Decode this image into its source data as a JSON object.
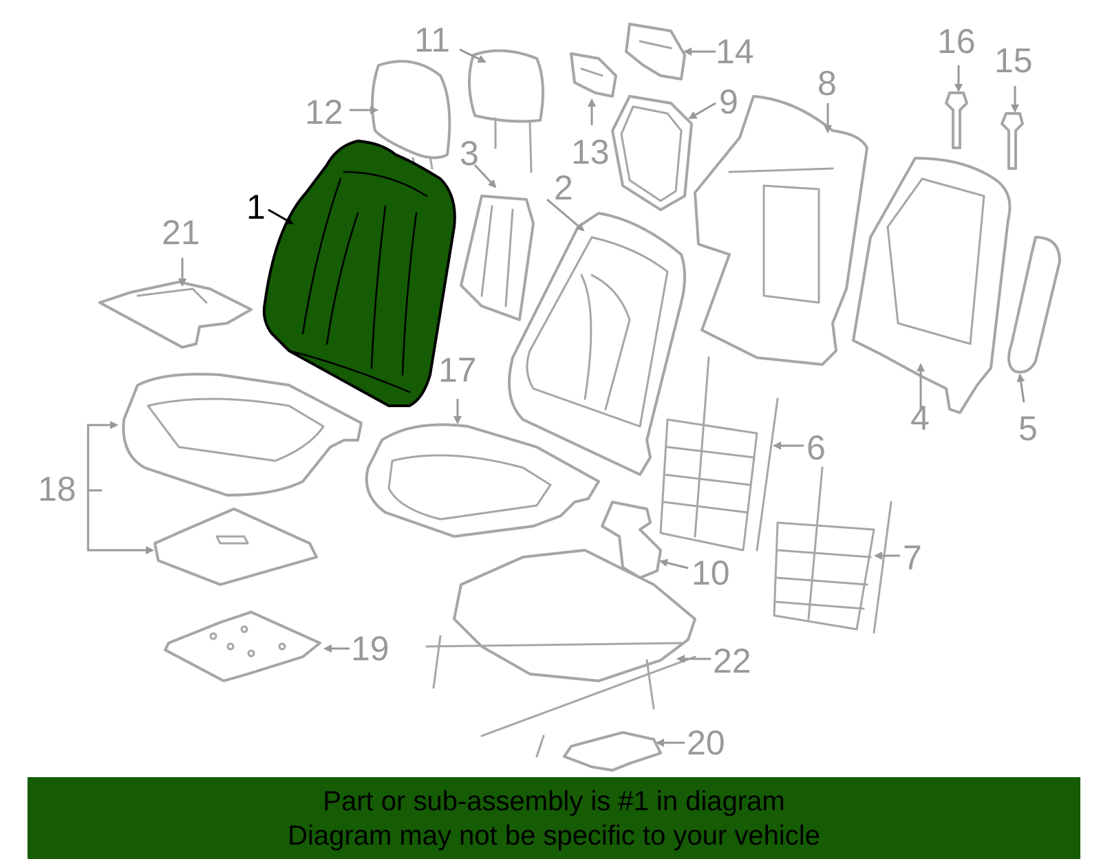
{
  "diagram": {
    "highlight_color": "#155c05",
    "selected_part": "1",
    "callouts": [
      {
        "id": "c1",
        "label": "1"
      },
      {
        "id": "c2",
        "label": "2"
      },
      {
        "id": "c3",
        "label": "3"
      },
      {
        "id": "c4",
        "label": "4"
      },
      {
        "id": "c5",
        "label": "5"
      },
      {
        "id": "c6",
        "label": "6"
      },
      {
        "id": "c7",
        "label": "7"
      },
      {
        "id": "c8",
        "label": "8"
      },
      {
        "id": "c9",
        "label": "9"
      },
      {
        "id": "c10",
        "label": "10"
      },
      {
        "id": "c11",
        "label": "11"
      },
      {
        "id": "c12",
        "label": "12"
      },
      {
        "id": "c13",
        "label": "13"
      },
      {
        "id": "c14",
        "label": "14"
      },
      {
        "id": "c15",
        "label": "15"
      },
      {
        "id": "c16",
        "label": "16"
      },
      {
        "id": "c17",
        "label": "17"
      },
      {
        "id": "c18",
        "label": "18"
      },
      {
        "id": "c19",
        "label": "19"
      },
      {
        "id": "c20",
        "label": "20"
      },
      {
        "id": "c21",
        "label": "21"
      },
      {
        "id": "c22",
        "label": "22"
      }
    ]
  },
  "banner": {
    "line1": "Part or sub-assembly is #1 in diagram",
    "line2": "Diagram may not be specific to your vehicle",
    "background": "#155c05"
  }
}
